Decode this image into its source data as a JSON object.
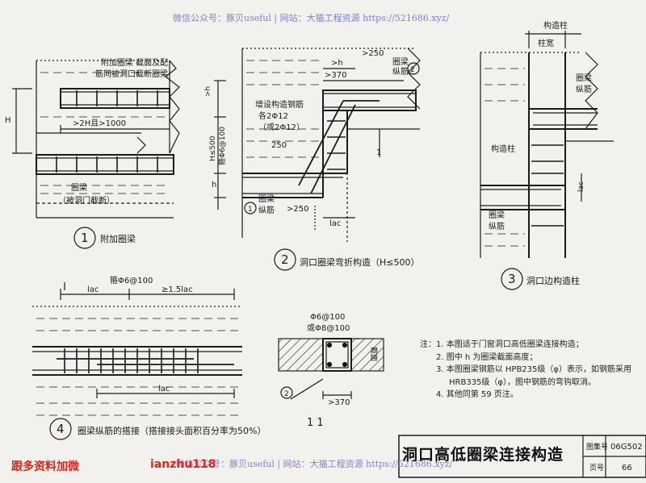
{
  "watermarks": {
    "top": "微信公众号：豚贝useful | 网站：大猫工程资源 https://521686.xyz/",
    "bottom": "微信公众号：豚贝useful | 网站：大猫工程资源 https://521686.xyz/"
  },
  "promo": {
    "left": "跟多资料加微",
    "right": "ianzhu118"
  },
  "drawing_title": "洞口高低圈梁连接构造",
  "title_block": {
    "atlas_label": "图集号",
    "atlas_no": "06G502",
    "page_label": "页号",
    "page_no": "66"
  },
  "notes": [
    "注：1. 本图适于门窗洞口高低圈梁连接构造；",
    "2. 图中 h 为圈梁截面高度；",
    "3. 本图圈梁钢筋以 HPB235级（φ）表示，如钢筋采用",
    "HRB335级（φ），图中钢筋的弯钩取消。",
    "4. 其他同第 59 页注。"
  ],
  "detail1": {
    "num": "1",
    "caption": "附加圈梁",
    "note1": "附加圈梁  截面及配",
    "note2": "筋同被洞口截断圈梁",
    "dim_len": ">2H且>1000",
    "H": "H",
    "ring_beam": "圈梁",
    "ring_beam2": "（被洞门截断）"
  },
  "detail2": {
    "num": "2",
    "caption": "洞口圈梁弯折构造（H≤500）",
    "dim_h": ">h",
    "dim_250": ">250",
    "dim_370": ">370",
    "dim_250b": ">250",
    "lac": "lac",
    "add_bar": "增设构造钢筋",
    "bar1": "各2Φ12",
    "bar2": "（或2Φ12）",
    "H500": "H≤500",
    "stir": "箍Φ6@100",
    "v250": "250",
    "h": "h",
    "h2": ">h",
    "lab_ring": "圈梁",
    "lab_long": "纵筋",
    "lab_ring2": "圈梁",
    "lab_long2": "纵筋",
    "c1": "1",
    "c2": "2",
    "sec": "1"
  },
  "detail3": {
    "num": "3",
    "caption": "洞口边构造柱",
    "col": "构造柱",
    "col_w": "柱宽",
    "col2": "构造柱",
    "ring": "圈梁",
    "long": "纵筋",
    "ring2": "圈梁",
    "long2": "纵筋",
    "lac": "lac"
  },
  "detail4": {
    "num": "4",
    "caption": "圈梁纵筋的搭接（搭接接头面积百分率为50%）",
    "stir": "箍Φ6@100",
    "lac1": "lac",
    "lac2": "≥1.5lac",
    "lac3": "lac"
  },
  "section11": {
    "label": "1  1",
    "stir1": "Φ6@100",
    "stir2": "或Φ8@100",
    "dim": ">370",
    "side": "截面",
    "c2": "2"
  }
}
